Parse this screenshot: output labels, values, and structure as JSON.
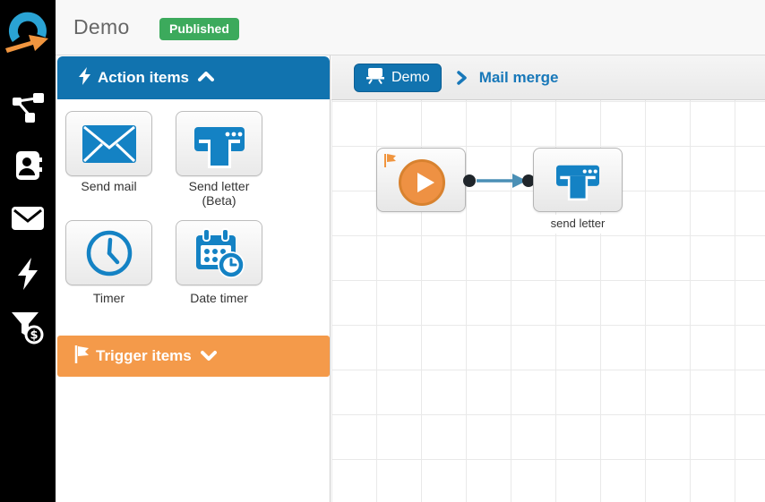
{
  "app": {
    "title": "Demo",
    "status_badge": "Published"
  },
  "sidebar": {
    "icons": [
      "logo",
      "workflow",
      "contacts",
      "mail",
      "automation",
      "sales-funnel"
    ]
  },
  "panel": {
    "action_header": {
      "label": "Action items",
      "state": "expanded"
    },
    "action_items": [
      {
        "label": "Send mail",
        "icon": "envelope"
      },
      {
        "label": "Send letter (Beta)",
        "icon": "printer"
      },
      {
        "label": "Timer",
        "icon": "clock"
      },
      {
        "label": "Date timer",
        "icon": "calendar-clock"
      }
    ],
    "trigger_header": {
      "label": "Trigger items",
      "state": "collapsed"
    }
  },
  "canvas": {
    "breadcrumb": {
      "root": "Demo",
      "current": "Mail merge"
    },
    "nodes": [
      {
        "type": "start",
        "icon": "play-flag"
      },
      {
        "type": "action",
        "icon": "printer",
        "label": "send letter"
      }
    ],
    "connections": [
      {
        "from": "start",
        "to": "send letter"
      }
    ]
  },
  "colors": {
    "header_blue": "#1173af",
    "header_orange": "#f49a4a",
    "badge_green": "#3caa5c",
    "icon_blue": "#1482c4",
    "breadcrumb_text": "#1878b9",
    "node_orange": "#ee9143",
    "arrow_blue": "#4a8fb5",
    "grid_line": "#e9e9e9"
  }
}
